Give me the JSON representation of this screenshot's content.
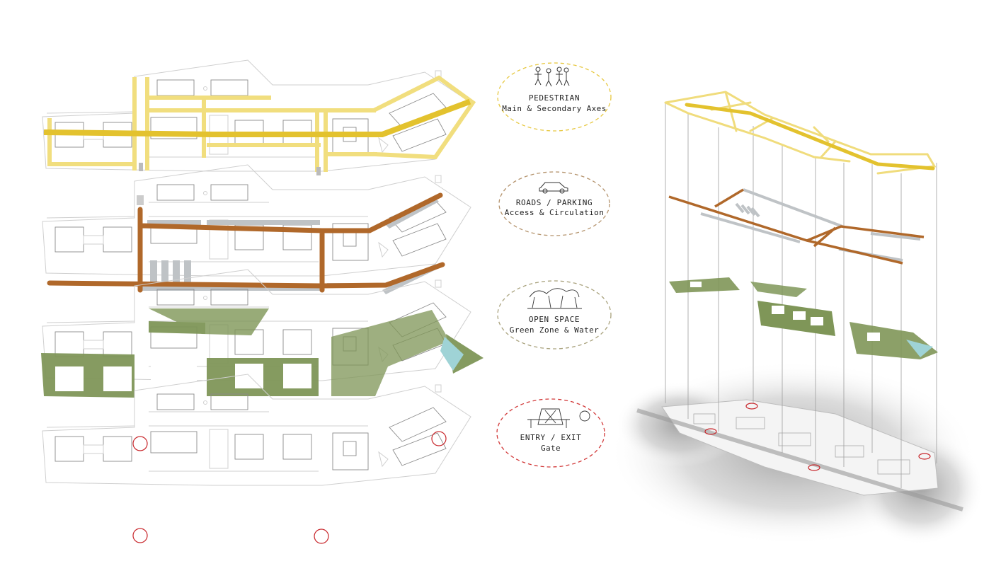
{
  "legend": [
    {
      "title": "PEDESTRIAN",
      "subtitle": "Main & Secondary Axes",
      "icon": "pedestrians-sketch-icon",
      "color": "#e7c840"
    },
    {
      "title": "ROADS / PARKING",
      "subtitle": "Access & Circulation",
      "icon": "car-sketch-icon",
      "color": "#b5946e"
    },
    {
      "title": "OPEN SPACE",
      "subtitle": "Green Zone & Water",
      "icon": "trees-sketch-icon",
      "color": "#a9a27d"
    },
    {
      "title": "ENTRY / EXIT",
      "subtitle": "Gate",
      "icon": "gate-sketch-icon",
      "color": "#d23a3a"
    }
  ],
  "colors": {
    "pedestrian": "#e3c22e",
    "pedestrian_light": "#f0dc7c",
    "road": "#b0682a",
    "parking": "#bfc3c6",
    "green": "#7f9658",
    "water": "#9fd3d6",
    "gate": "#c8262b",
    "outline": "#d2d2d2"
  }
}
